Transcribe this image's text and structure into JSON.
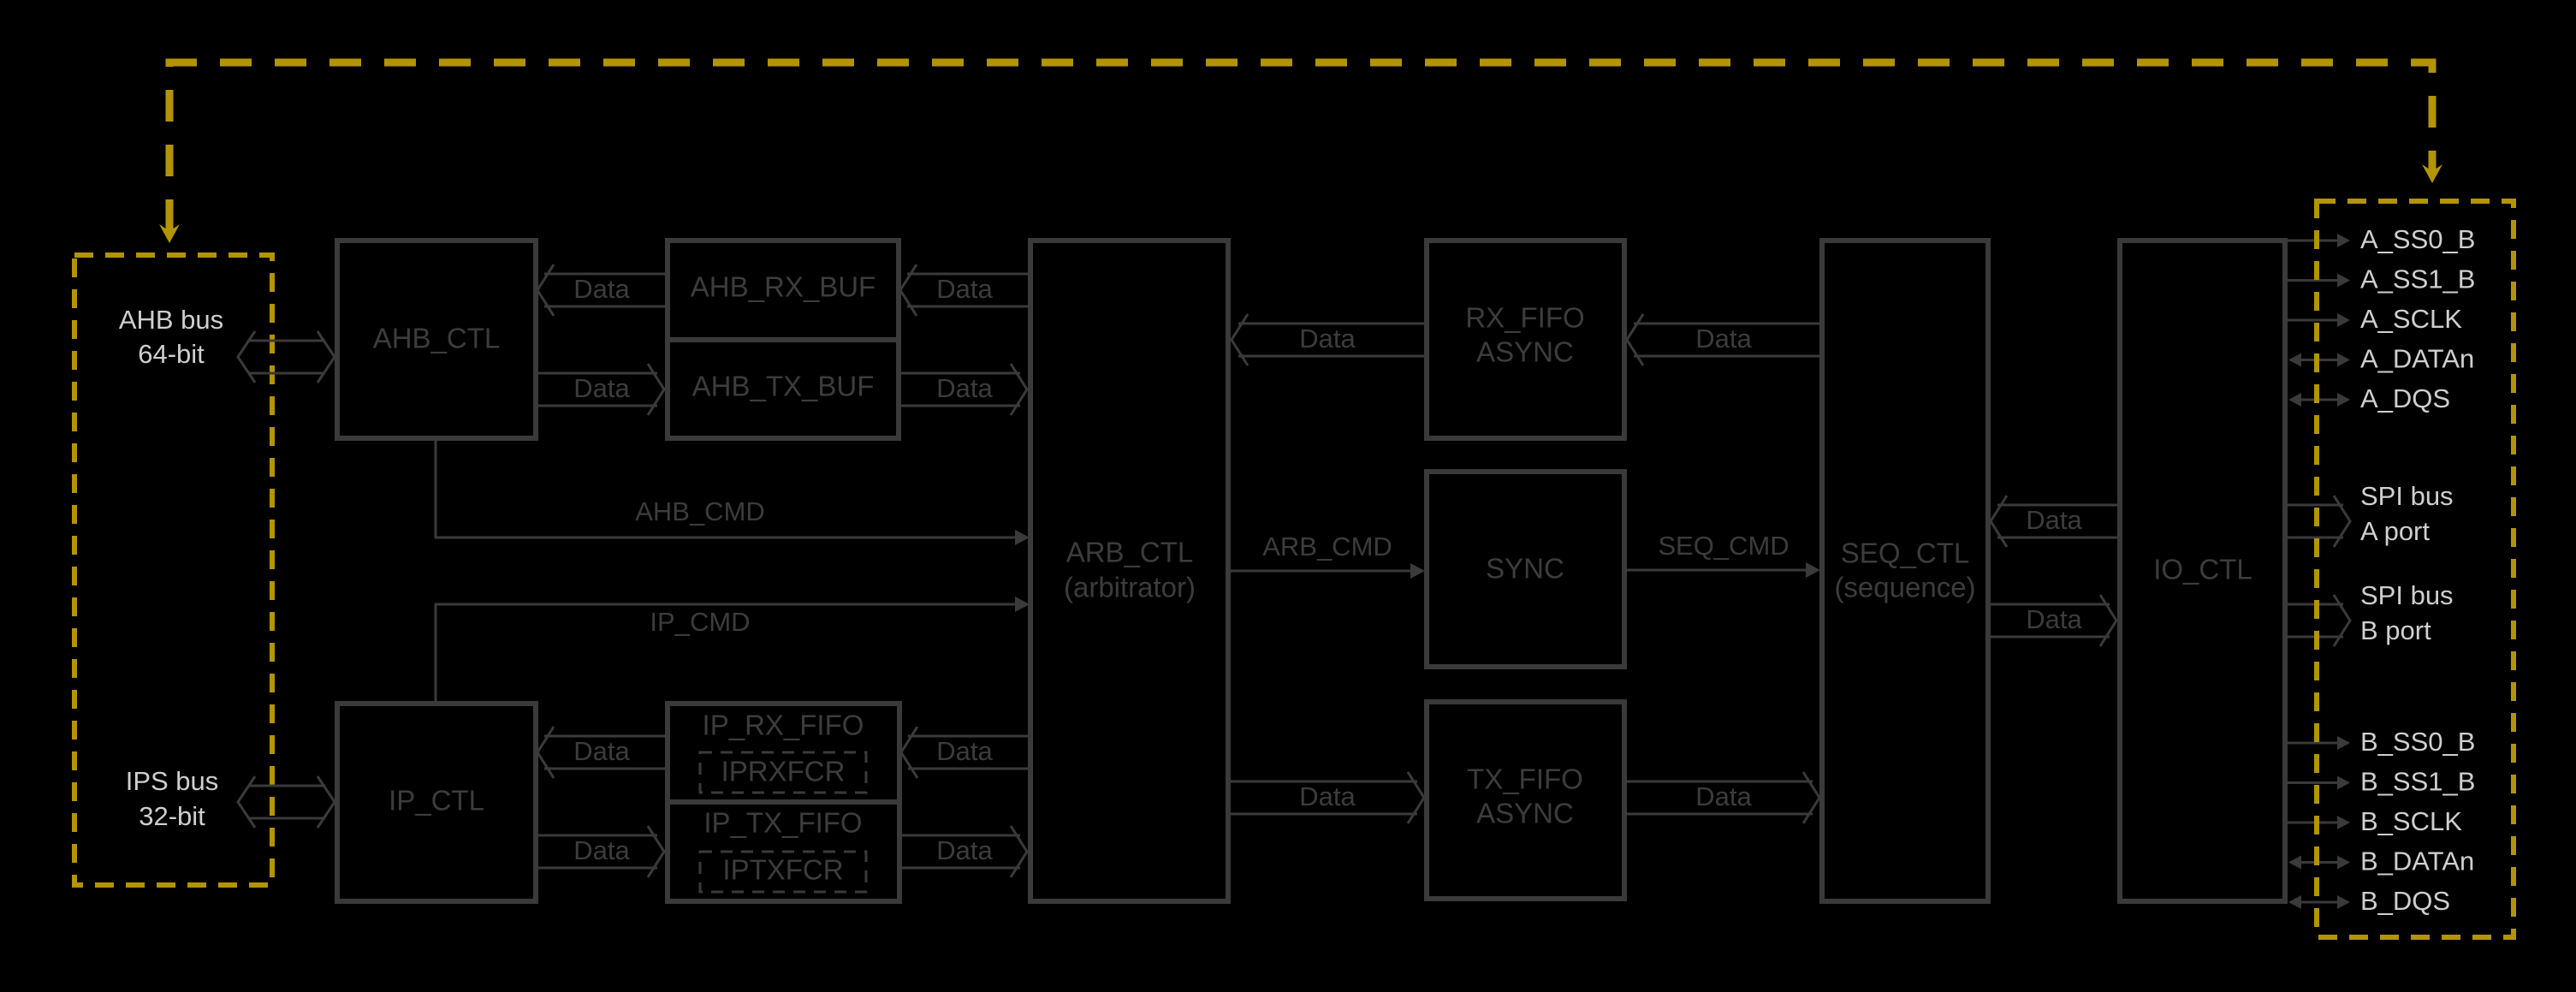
{
  "diagram": {
    "colors": {
      "background": "#000000",
      "block": "#3a3a3a",
      "block_text": "#3c3c3c",
      "external_text": "#cfcfcf",
      "highlight": "#b39405"
    },
    "external_left": {
      "ahb": {
        "line1": "AHB bus",
        "line2": "64-bit"
      },
      "ips": {
        "line1": "IPS bus",
        "line2": "32-bit"
      }
    },
    "blocks": {
      "ahb_ctl": "AHB_CTL",
      "ahb_rx_buf": "AHB_RX_BUF",
      "ahb_tx_buf": "AHB_TX_BUF",
      "ip_ctl": "IP_CTL",
      "ip_rx_fifo": "IP_RX_FIFO",
      "iprxfcr": "IPRXFCR",
      "ip_tx_fifo": "IP_TX_FIFO",
      "iptxfcr": "IPTXFCR",
      "arb_ctl": {
        "line1": "ARB_CTL",
        "line2": "(arbitrator)"
      },
      "rx_fifo": {
        "line1": "RX_FIFO",
        "line2": "ASYNC"
      },
      "sync": "SYNC",
      "tx_fifo": {
        "line1": "TX_FIFO",
        "line2": "ASYNC"
      },
      "seq_ctl": {
        "line1": "SEQ_CTL",
        "line2": "(sequence)"
      },
      "io_ctl": "IO_CTL"
    },
    "signals": {
      "data": "Data",
      "ahb_cmd": "AHB_CMD",
      "ip_cmd": "IP_CMD",
      "arb_cmd": "ARB_CMD",
      "seq_cmd": "SEQ_CMD"
    },
    "external_right": {
      "port_a_pins": [
        {
          "label": "A_SS0_B",
          "direction": "out"
        },
        {
          "label": "A_SS1_B",
          "direction": "out"
        },
        {
          "label": "A_SCLK",
          "direction": "out"
        },
        {
          "label": "A_DATAn",
          "direction": "bidir"
        },
        {
          "label": "A_DQS",
          "direction": "bidir"
        }
      ],
      "spi_a": {
        "line1": "SPI bus",
        "line2": "A port"
      },
      "spi_b": {
        "line1": "SPI bus",
        "line2": "B port"
      },
      "port_b_pins": [
        {
          "label": "B_SS0_B",
          "direction": "out"
        },
        {
          "label": "B_SS1_B",
          "direction": "out"
        },
        {
          "label": "B_SCLK",
          "direction": "out"
        },
        {
          "label": "B_DATAn",
          "direction": "bidir"
        },
        {
          "label": "B_DQS",
          "direction": "bidir"
        }
      ]
    }
  }
}
